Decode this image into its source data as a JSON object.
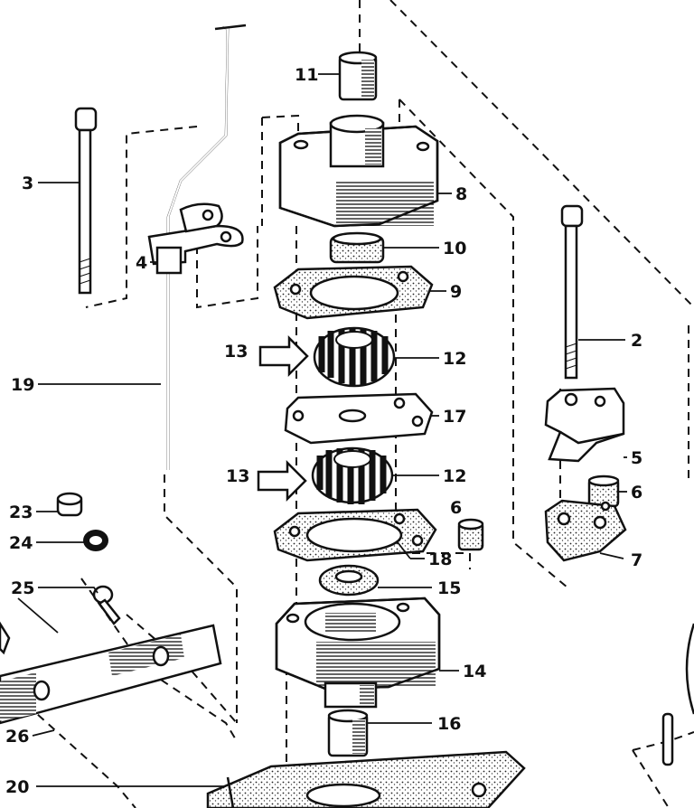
{
  "callouts": {
    "c2": "2",
    "c3": "3",
    "c4": "4",
    "c5": "5",
    "c6a": "6",
    "c6b": "6",
    "c7": "7",
    "c8": "8",
    "c9": "9",
    "c10": "10",
    "c11": "11",
    "c12a": "12",
    "c12b": "12",
    "c13a": "13",
    "c13b": "13",
    "c14": "14",
    "c15": "15",
    "c16": "16",
    "c17": "17",
    "c18": "18",
    "c19": "19",
    "c20": "20",
    "c23": "23",
    "c24": "24",
    "c25": "25",
    "c26": "26"
  }
}
